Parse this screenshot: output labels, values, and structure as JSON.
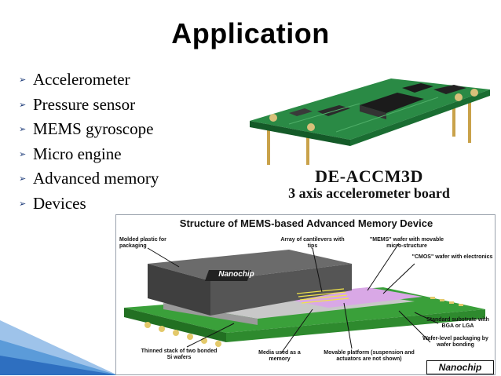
{
  "slide": {
    "title": "Application",
    "bullets": [
      "Accelerometer",
      "Pressure sensor",
      "MEMS gyroscope",
      "Micro engine",
      "Advanced memory",
      "Devices"
    ]
  },
  "board_photo": {
    "caption_line1": "DE-ACCM3D",
    "caption_line2": "3 axis accelerometer board"
  },
  "memory_diagram": {
    "title": "Structure of MEMS-based Advanced Memory Device",
    "chip_brand": "Nanochip",
    "labels": {
      "molded_plastic": "Molded plastic for packaging",
      "cantilevers": "Array of cantilevers with tips",
      "mems_wafer": "\"MEMS\" wafer with movable micro-structure",
      "cmos_wafer": "\"CMOS\" wafer with electronics",
      "substrate": "Standard substrate with BGA or LGA",
      "wafer_packaging": "Wafer-level packaging by wafer bonding",
      "thinned_stack": "Thinned stack of two bonded Si wafers",
      "media": "Media used as a memory",
      "platform": "Movable platform (suspension and actuators are not shown)"
    },
    "logo": "Nanochip"
  },
  "colors": {
    "title": "#000000",
    "bullet_arrow": "#1f3d7a",
    "corner_accent": "#2e6fc0",
    "pcb": "#1f7a3a",
    "diagram_substrate": "#3aa03a"
  }
}
